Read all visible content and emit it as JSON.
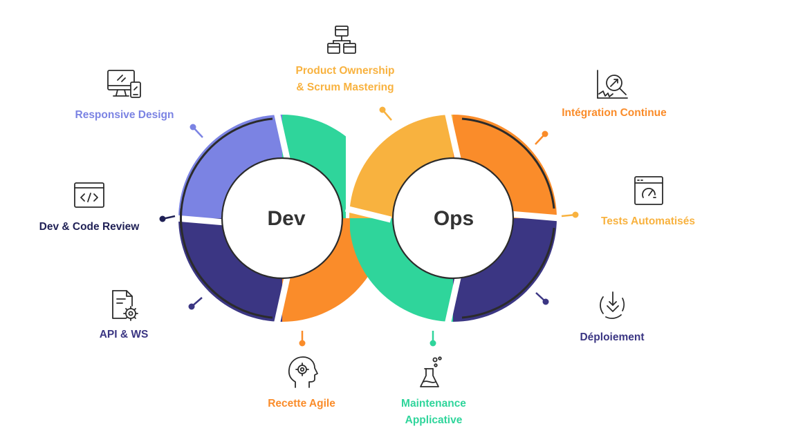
{
  "colors": {
    "periwinkle": "#7b83e3",
    "navy": "#3b3683",
    "green": "#2fd59b",
    "orange": "#fa8c2a",
    "amber": "#f8b23f",
    "dark_navy": "#1f2055",
    "outline": "#2b2b2b"
  },
  "center": {
    "dev": "Dev",
    "ops": "Ops"
  },
  "items": {
    "product_ownership": {
      "line1": "Product Ownership",
      "line2": "& Scrum Mastering",
      "color": "#f8b23f",
      "icon": "network-icon"
    },
    "responsive_design": {
      "label": "Responsive Design",
      "color": "#7b83e3",
      "icon": "devices-icon"
    },
    "dev_code_review": {
      "label": "Dev & Code Review",
      "color": "#1f2055",
      "icon": "code-icon"
    },
    "api_ws": {
      "label": "API & WS",
      "color": "#3b3683",
      "icon": "document-gear-icon"
    },
    "recette_agile": {
      "label": "Recette Agile",
      "color": "#fa8c2a",
      "icon": "head-gear-icon"
    },
    "maintenance": {
      "line1": "Maintenance",
      "line2": "Applicative",
      "color": "#2fd59b",
      "icon": "flask-icon"
    },
    "integration": {
      "label": "Intégration Continue",
      "color": "#fa8c2a",
      "icon": "chart-magnifier-icon"
    },
    "tests": {
      "label": "Tests Automatisés",
      "color": "#f8b23f",
      "icon": "gauge-window-icon"
    },
    "deploiement": {
      "label": "Déploiement",
      "color": "#3b3683",
      "icon": "deploy-icon"
    }
  }
}
